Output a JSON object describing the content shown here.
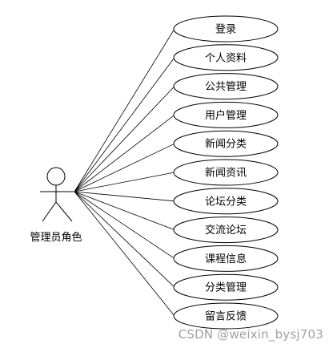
{
  "actor": {
    "label": "管理员角色"
  },
  "use_cases": [
    {
      "label": "登录"
    },
    {
      "label": "个人资料"
    },
    {
      "label": "公共管理"
    },
    {
      "label": "用户管理"
    },
    {
      "label": "新闻分类"
    },
    {
      "label": "新闻资讯"
    },
    {
      "label": "论坛分类"
    },
    {
      "label": "交流论坛"
    },
    {
      "label": "课程信息"
    },
    {
      "label": "分类管理"
    },
    {
      "label": "留言反馈"
    }
  ],
  "watermark": "CSDN @weixin_bysj703",
  "colors": {
    "stroke": "#000000",
    "ellipse_fill": "#ffffff",
    "background": "#ffffff"
  }
}
